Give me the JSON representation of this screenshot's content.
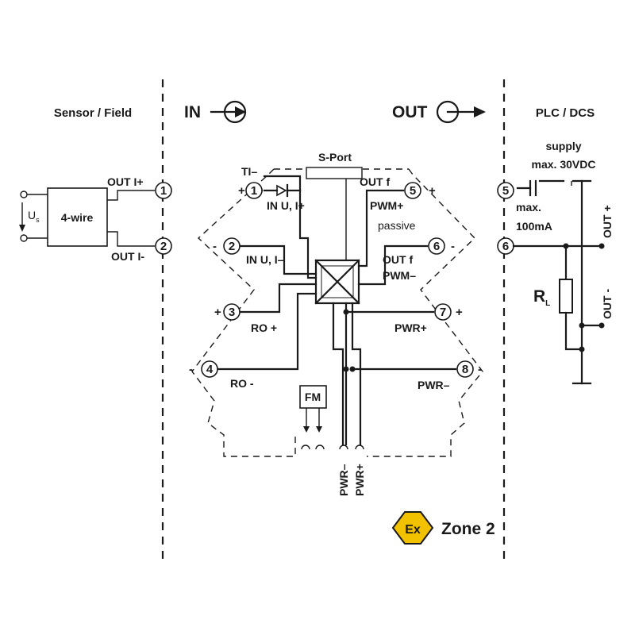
{
  "sections": {
    "sensor_field": "Sensor / Field",
    "in": "IN",
    "out": "OUT",
    "plc_dcs": "PLC / DCS"
  },
  "sensor": {
    "device": "4-wire",
    "us_label": "U",
    "us_sub": "s",
    "out_i_plus": "OUT I+",
    "out_i_minus": "OUT I-",
    "terminal_1": "1",
    "terminal_2": "2"
  },
  "module": {
    "sport": "S-Port",
    "ti_minus": "TI–",
    "in_u_i_plus": "IN U, I+",
    "in_u_i_minus": "IN U, I–",
    "ro_plus": "RO +",
    "ro_minus": "RO -",
    "out_f_1": "OUT f",
    "pwm_plus": "PWM+",
    "passive": "passive",
    "out_f_2": "OUT f",
    "pwm_minus": "PWM–",
    "pwr_plus": "PWR+",
    "pwr_minus": "PWR–",
    "fm": "FM",
    "pwr_minus_v": "PWR–",
    "pwr_plus_v": "PWR+",
    "plus": "+",
    "minus": "-",
    "left_terminals": [
      "1",
      "2",
      "3",
      "4"
    ],
    "right_terminals": [
      "5",
      "6",
      "7",
      "8"
    ]
  },
  "plc": {
    "supply": "supply",
    "max_voltage": "max. 30VDC",
    "max_current_1": "max.",
    "max_current_2": "100mA",
    "rl": "R",
    "rl_sub": "L",
    "out_plus": "OUT +",
    "out_minus": "OUT -",
    "terminal_5": "5",
    "terminal_6": "6"
  },
  "zone": {
    "ex": "Ex",
    "label": "Zone 2",
    "badge_color": "#f2c200"
  }
}
